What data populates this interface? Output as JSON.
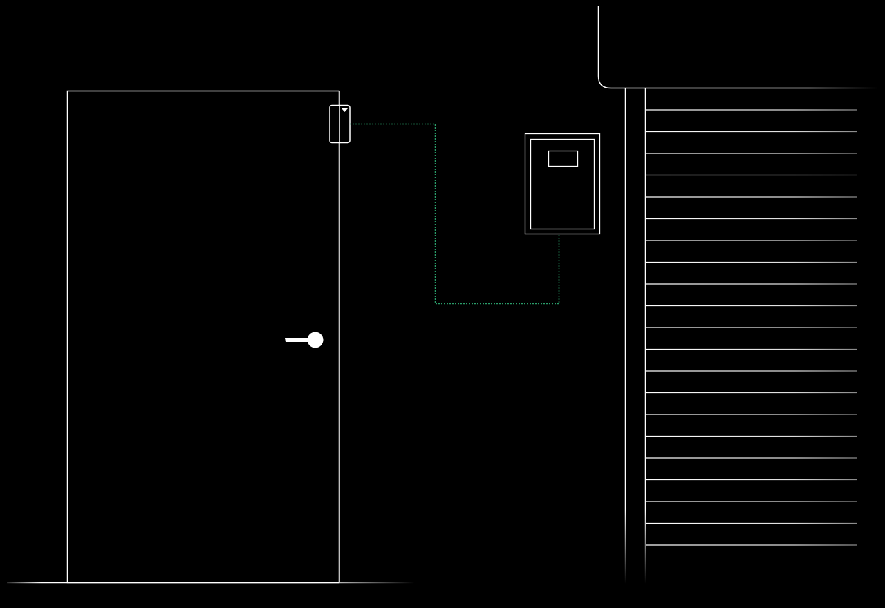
{
  "scene": {
    "background": "#000000",
    "line_color": "#ffffff",
    "wiring_color": "#2a9d6a",
    "icons": [
      "door",
      "door-handle",
      "door-contact-sensor",
      "control-panel",
      "roller-shutter",
      "wiring"
    ],
    "shutter_slat_count": 21
  }
}
